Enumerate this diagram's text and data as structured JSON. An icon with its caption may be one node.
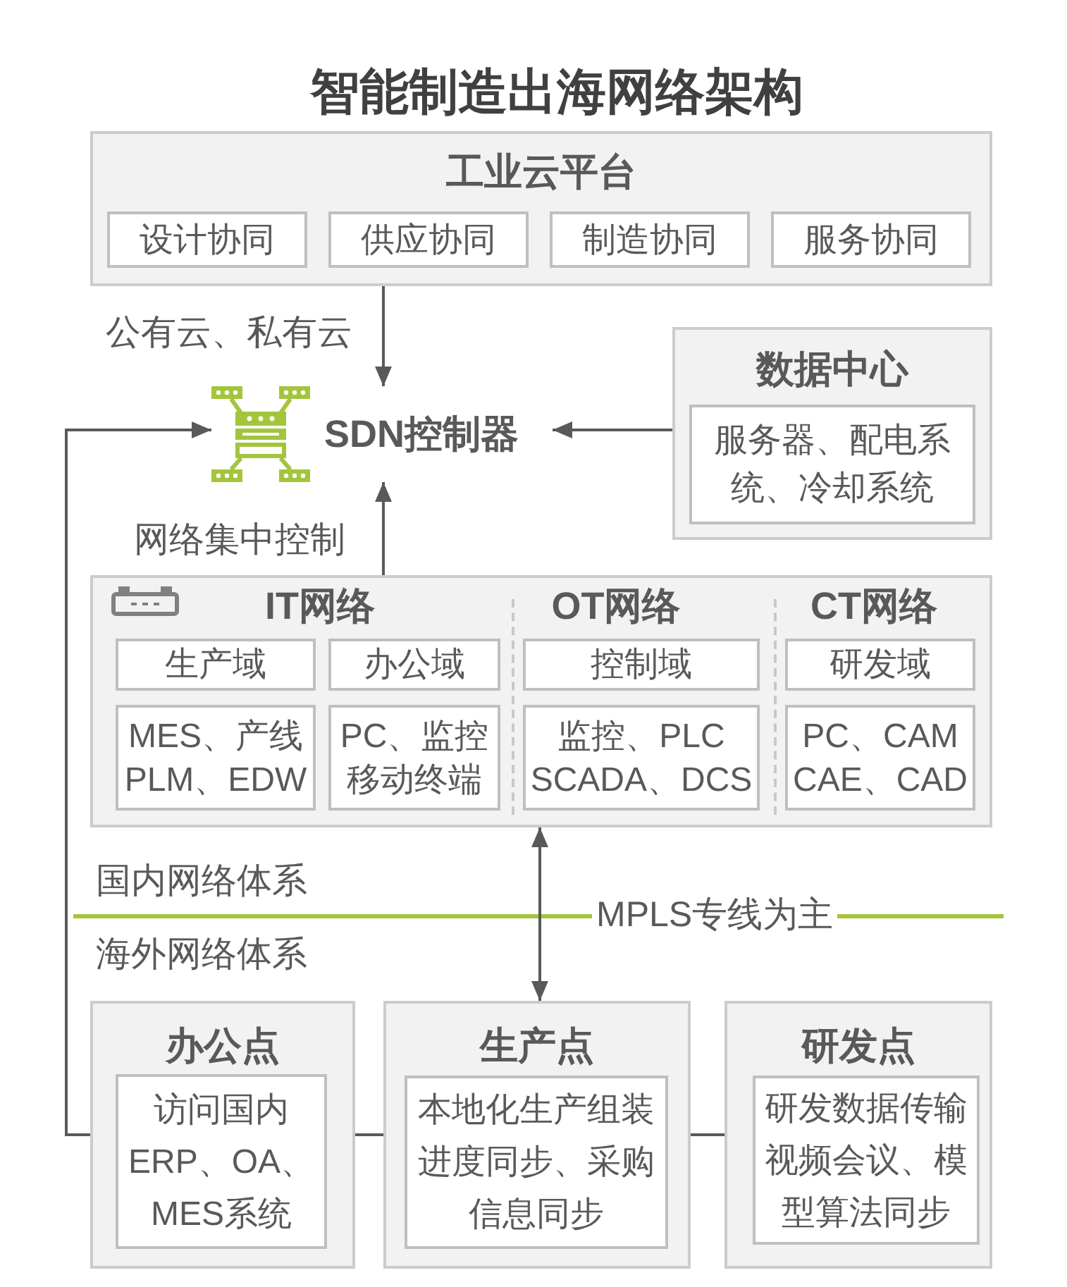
{
  "diagram": {
    "title": "智能制造出海网络架构",
    "nodes": [
      {
        "text": [
          "工业云平台"
        ]
      },
      {
        "text": [
          "设计协同"
        ],
        "in": 0
      },
      {
        "text": [
          "供应协同"
        ],
        "in": 0
      },
      {
        "text": [
          "制造协同"
        ],
        "in": 0
      },
      {
        "text": [
          "服务协同"
        ],
        "in": 0
      },
      {
        "text": [
          "SDN控制器"
        ]
      },
      {
        "text": [
          "数据中心"
        ]
      },
      {
        "text": [
          "服务器、配电系统、冷却系统"
        ],
        "in": 6
      },
      {
        "text": [
          "IT网络",
          "OT网络",
          "CT网络"
        ]
      },
      {
        "text": [
          "生产域"
        ],
        "in": 8
      },
      {
        "text": [
          "办公域"
        ],
        "in": 8
      },
      {
        "text": [
          "控制域"
        ],
        "in": 8
      },
      {
        "text": [
          "研发域"
        ],
        "in": 8
      },
      {
        "text": [
          "MES、产线 PLM、EDW"
        ],
        "in": 8
      },
      {
        "text": [
          "PC、监控移动终端"
        ],
        "in": 8
      },
      {
        "text": [
          "监控、PLC SCADA、DCS"
        ],
        "in": 8
      },
      {
        "text": [
          "PC、CAM CAE、CAD"
        ],
        "in": 8
      },
      {
        "text": [
          "办公点"
        ]
      },
      {
        "text": [
          "访问国内 ERP、OA、 MES系统"
        ],
        "in": 17
      },
      {
        "text": [
          "生产点"
        ]
      },
      {
        "text": [
          "本地化生产组装进度同步、采购信息同步"
        ],
        "in": 19
      },
      {
        "text": [
          "研发点"
        ]
      },
      {
        "text": [
          "研发数据传输视频会议、模型算法同步"
        ],
        "in": 21
      }
    ],
    "edges": [
      {
        "from": 0,
        "to": 5,
        "arrow": "to",
        "label": "公有云、私有云"
      },
      {
        "from": 6,
        "to": 5,
        "arrow": "to"
      },
      {
        "from": 8,
        "to": 5,
        "arrow": "to",
        "label": "网络集中控制"
      },
      {
        "from": 17,
        "to": 5,
        "arrow": "to"
      },
      {
        "from": 19,
        "to": 8,
        "arrow": "both",
        "label": "MPLS专线为主"
      },
      {
        "from": 17,
        "to": 19,
        "arrow": "none"
      },
      {
        "from": 19,
        "to": 21,
        "arrow": "none"
      }
    ],
    "labels": [
      "国内网络体系",
      "海外网络体系"
    ]
  }
}
